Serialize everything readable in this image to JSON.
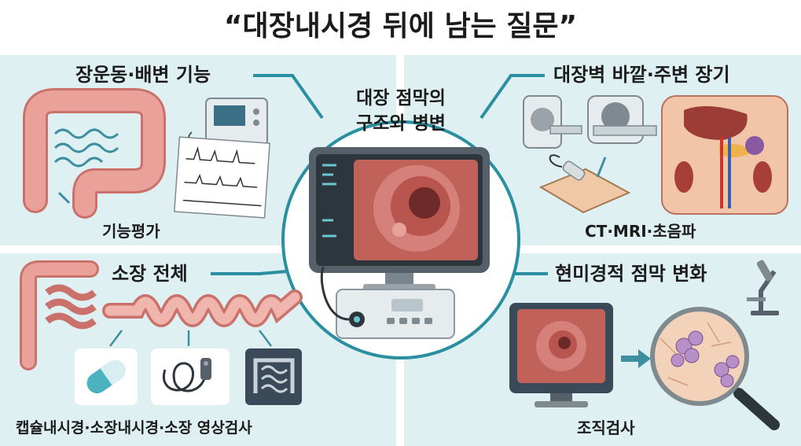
{
  "title": "“대장내시경 뒤에 남는 질문”",
  "center": {
    "label_line1": "대장 점막의",
    "label_line2": "구조와 병변"
  },
  "panels": {
    "top_left": {
      "heading": "장운동·배변 기능",
      "caption": "기능평가"
    },
    "top_right": {
      "heading": "대장벽 바깥·주변 장기",
      "caption": "CT·MRI·초음파"
    },
    "bottom_left": {
      "heading": "소장 전체",
      "caption": "캡슐내시경·소장내시경·소장 영상검사"
    },
    "bottom_right": {
      "heading": "현미경적 점막 변화",
      "caption": "조직검사"
    }
  },
  "colors": {
    "panel_bg": "#dff0f3",
    "connector": "#2a8fa0",
    "intestine": "#e9a19a",
    "monitor_frame": "#55606a"
  }
}
